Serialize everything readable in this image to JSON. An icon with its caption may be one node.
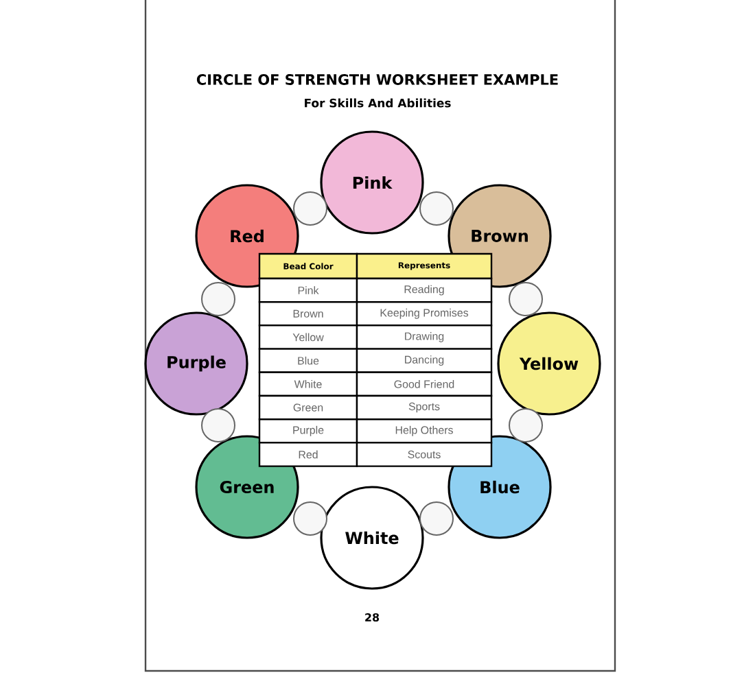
{
  "diagram": {
    "title": "CIRCLE OF STRENGTH WORKSHEET EXAMPLE",
    "nodes": [
      {
        "text": [
          "Pink"
        ]
      },
      {
        "text": [
          "Red"
        ]
      },
      {
        "text": [
          "Brown"
        ]
      },
      {
        "text": [
          "Purple"
        ]
      },
      {
        "text": [
          "Yellow"
        ]
      },
      {
        "text": [
          "Green"
        ]
      },
      {
        "text": [
          "Blue"
        ]
      },
      {
        "text": [
          "White"
        ]
      },
      {
        "text": [],
        "shape": "circle"
      },
      {
        "text": [],
        "shape": "circle"
      },
      {
        "text": [],
        "shape": "circle"
      },
      {
        "text": [],
        "shape": "circle"
      },
      {
        "text": [],
        "shape": "circle"
      },
      {
        "text": [],
        "shape": "circle"
      },
      {
        "text": [],
        "shape": "circle"
      },
      {
        "text": [],
        "shape": "circle"
      }
    ],
    "labels": [
      "For Skills And Abilities",
      "Bead Color",
      "Represents",
      "Pink",
      "Reading",
      "Brown",
      "Keeping Promises",
      "Yellow",
      "Drawing",
      "Blue",
      "Dancing",
      "White",
      "Good Friend",
      "Green",
      "Sports",
      "Purple",
      "Help Others",
      "Red",
      "Scouts",
      "28"
    ]
  }
}
